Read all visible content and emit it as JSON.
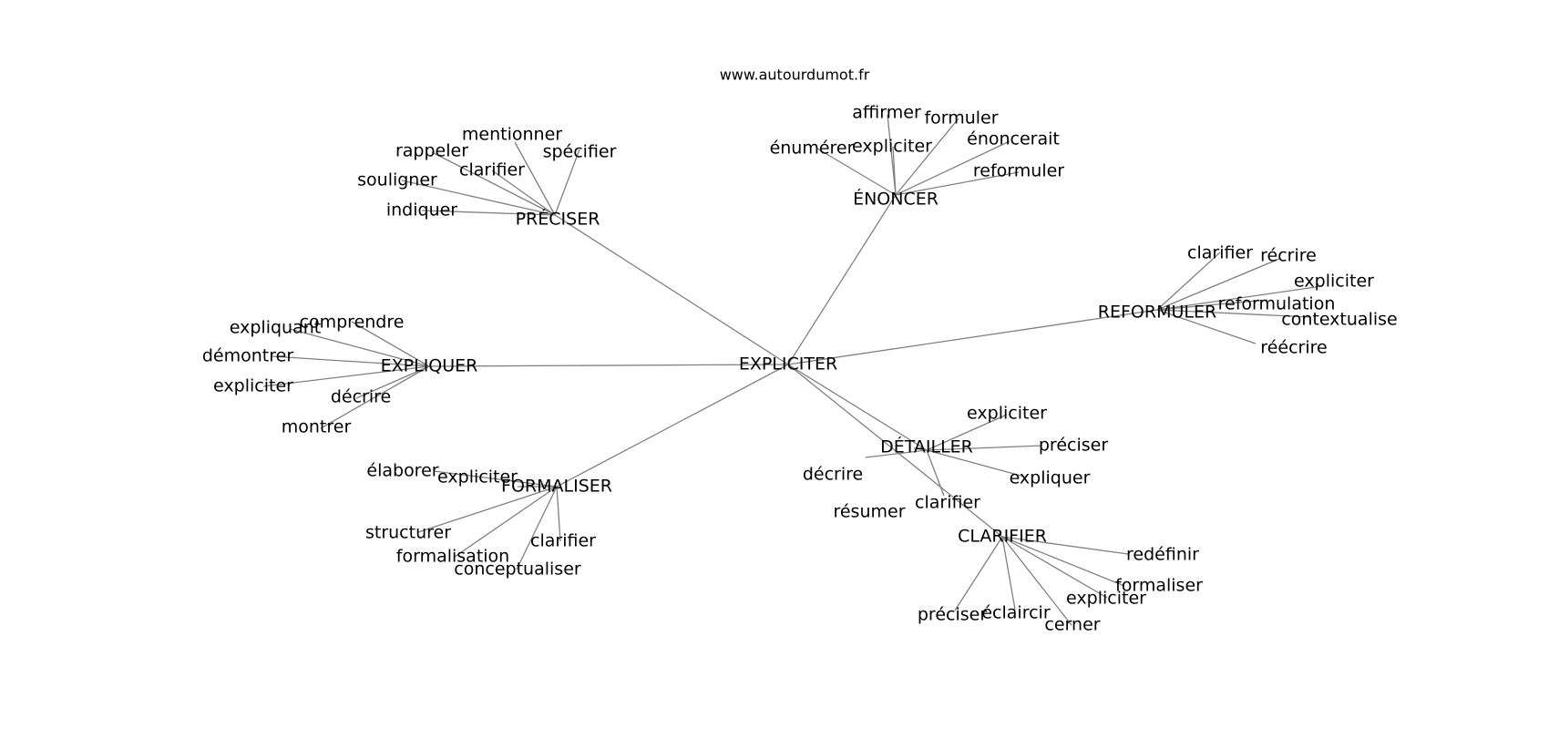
{
  "credit": "www.autourdumot.fr",
  "colors": {
    "edge": "#808080",
    "text": "#000000",
    "background": "#ffffff"
  },
  "graph": {
    "center": "EXPLICITER",
    "groups": [
      {
        "hub": "PRÉCISER",
        "leaves": [
          "mentionner",
          "spécifier",
          "rappeler",
          "clarifier",
          "souligner",
          "indiquer"
        ]
      },
      {
        "hub": "ÉNONCER",
        "leaves": [
          "affirmer",
          "formuler",
          "énumérer",
          "expliciter",
          "énoncerait",
          "reformuler"
        ]
      },
      {
        "hub": "REFORMULER",
        "leaves": [
          "clarifier",
          "récrire",
          "expliciter",
          "reformulation",
          "contextualise",
          "réécrire"
        ]
      },
      {
        "hub": "EXPLIQUER",
        "leaves": [
          "expliquant",
          "comprendre",
          "démontrer",
          "expliciter",
          "décrire",
          "montrer"
        ]
      },
      {
        "hub": "DÉTAILLER",
        "leaves": [
          "expliciter",
          "préciser",
          "expliquer",
          "décrire",
          "résumer",
          "clarifier"
        ]
      },
      {
        "hub": "FORMALISER",
        "leaves": [
          "élaborer",
          "expliciter",
          "structurer",
          "formalisation",
          "clarifier",
          "conceptualiser"
        ]
      },
      {
        "hub": "CLARIFIER",
        "leaves": [
          "redéfinir",
          "formaliser",
          "expliciter",
          "préciser",
          "éclaircir",
          "cerner"
        ]
      }
    ]
  }
}
